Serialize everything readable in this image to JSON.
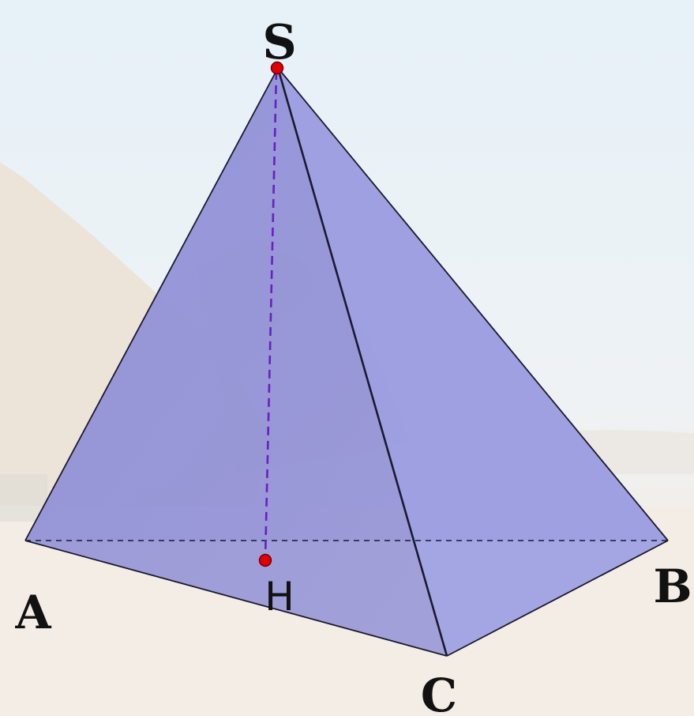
{
  "figure": {
    "vertices": {
      "S": "S",
      "A": "A",
      "B": "B",
      "C": "C",
      "H": "H"
    },
    "colors": {
      "sky_top": "#e6f1f8",
      "sky_bottom": "#f1ede9",
      "sand": "#f3ece3",
      "background_pyramid": "#eadfd2",
      "face": "#8c8ddc",
      "edge": "#1a1a2e",
      "height_line": "#6a1fc0",
      "point": "#e00000"
    }
  }
}
